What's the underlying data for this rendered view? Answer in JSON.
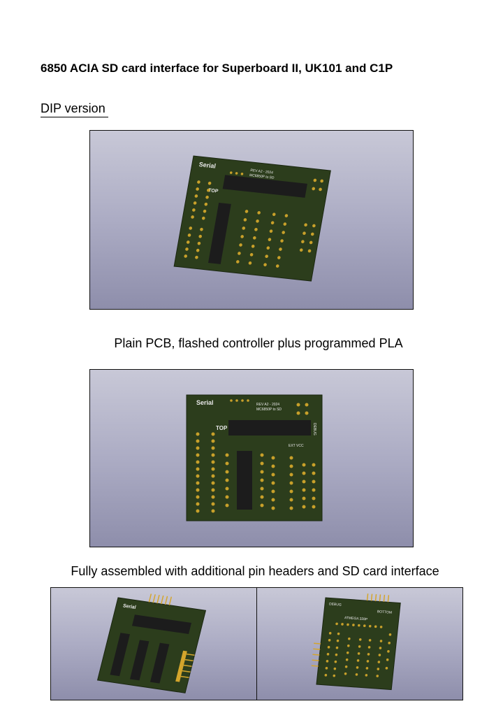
{
  "document": {
    "title": "6850 ACIA  SD card interface for Superboard II, UK101 and C1P",
    "subtitle": "DIP version ",
    "captions": {
      "plain_pcb": "Plain PCB, flashed controller plus programmed PLA",
      "assembled": "Fully assembled with additional pin headers and SD card interface"
    }
  },
  "board": {
    "label_serial": "Serial",
    "label_rev": "REV A2 - 2024",
    "label_model": "MC6850P to SD",
    "label_top": "TOP",
    "label_bottom": "BOTTOM",
    "label_debug": "DEBUG",
    "label_ext": "EXT VCC",
    "label_atmega": "ATMEGA 328P"
  },
  "colors": {
    "pcb": "#2c3d1c",
    "pad": "#c8a02a",
    "chip": "#1c1c1c",
    "background_top": "#c8c8d7",
    "background_bottom": "#8e8eab"
  }
}
